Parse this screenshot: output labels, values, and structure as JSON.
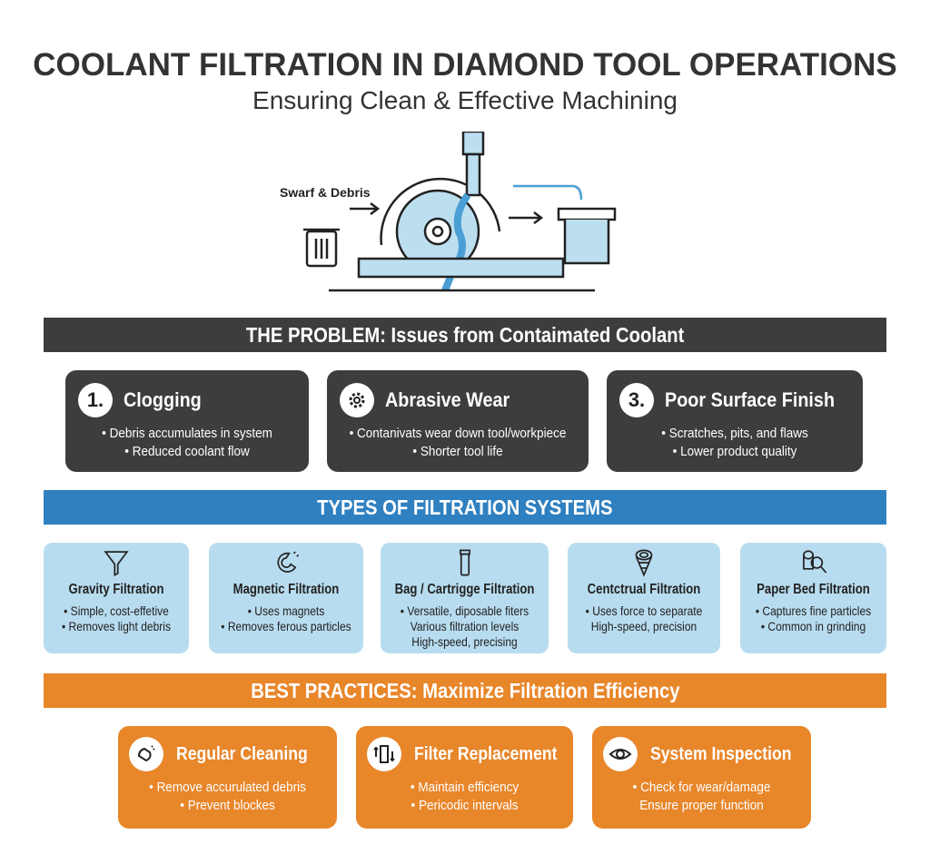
{
  "header": {
    "title": "COOLANT FILTRATION IN DIAMOND TOOL OPERATIONS",
    "subtitle": "Ensuring Clean & Effective Machining"
  },
  "illustration": {
    "label": "Swarf & Debris"
  },
  "colors": {
    "dark": "#3d3d3d",
    "blue": "#2f80c0",
    "orange": "#e8862a",
    "light_blue": "#b8dcef"
  },
  "problem": {
    "heading": "THE PROBLEM: Issues from Contaimated Coolant",
    "cards": [
      {
        "badge": "1.",
        "icon": "number-icon",
        "title": "Clogging",
        "bullets": [
          "• Debris accumulates in system",
          "• Reduced coolant flow"
        ]
      },
      {
        "badge": "",
        "icon": "gear-icon",
        "title": "Abrasive Wear",
        "bullets": [
          "• Contanivats wear down tool/workpiece",
          "• Shorter tool life"
        ]
      },
      {
        "badge": "3.",
        "icon": "number-icon",
        "title": "Poor Surface Finish",
        "bullets": [
          "• Scratches, pits, and flaws",
          "• Lower product quality"
        ]
      }
    ]
  },
  "types": {
    "heading": "TYPES OF FILTRATION SYSTEMS",
    "cards": [
      {
        "icon": "funnel-icon",
        "title": "Gravity Filtration",
        "bullets": [
          "• Simple, cost-effetive",
          "• Removes light debris"
        ]
      },
      {
        "icon": "magnet-icon",
        "title": "Magnetic Filtration",
        "bullets": [
          "• Uses magnets",
          "• Removes ferous particles"
        ]
      },
      {
        "icon": "cartridge-icon",
        "title": "Bag / Cartrigge Filtration",
        "bullets": [
          "• Versatile, diposable fiters",
          "Various filtration levels",
          "High-speed, precising"
        ]
      },
      {
        "icon": "cyclone-icon",
        "title": "Centctrual Filtration",
        "bullets": [
          "• Uses force to separate",
          "High-speed, precision"
        ]
      },
      {
        "icon": "paper-roll-magnifier-icon",
        "title": "Paper Bed Filtration",
        "bullets": [
          "• Captures fine particles",
          "• Common in grinding"
        ]
      }
    ]
  },
  "practices": {
    "heading": "BEST PRACTICES: Maximize Filtration Efficiency",
    "cards": [
      {
        "icon": "sponge-icon",
        "title": "Regular Cleaning",
        "bullets": [
          "• Remove accurulated debris",
          "• Prevent blockes"
        ]
      },
      {
        "icon": "filter-swap-icon",
        "title": "Filter Replacement",
        "bullets": [
          "• Maintain efficiency",
          "• Pericodic intervals"
        ]
      },
      {
        "icon": "eye-icon",
        "title": "System Inspection",
        "bullets": [
          "• Check for wear/damage",
          "Ensure proper function"
        ]
      }
    ]
  }
}
